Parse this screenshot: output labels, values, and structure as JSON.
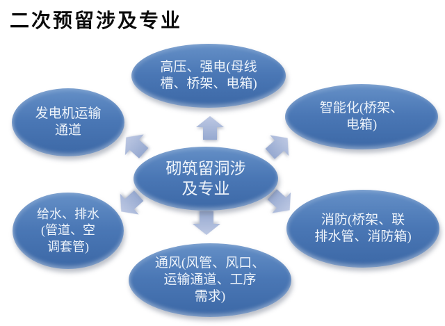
{
  "title": "二次预留涉及专业",
  "colors": {
    "background": "#ffffff",
    "ellipse_fill": "#4a77b5",
    "ellipse_fill_light": "#6590c7",
    "ellipse_fill_dark": "#3c68a6",
    "ellipse_text": "#edf3fa",
    "arrow_fill": "#a9b7d8",
    "arrow_fill_light": "#bdc8e3",
    "arrow_fill_dark": "#96a9d0",
    "title_color": "#0b0b0b"
  },
  "diagram": {
    "center_node": {
      "id": "masonry-openings",
      "label": "砌筑留洞涉\n及专业"
    },
    "nodes": [
      {
        "id": "high-voltage",
        "position": "top",
        "label": "高压、强电(母线\n槽、桥架、电箱)"
      },
      {
        "id": "generator-transport",
        "position": "top-left",
        "label": "发电机运输\n通道"
      },
      {
        "id": "intelligent-systems",
        "position": "top-right",
        "label": "智能化(桥架、\n电箱)"
      },
      {
        "id": "water-supply-drainage",
        "position": "left",
        "label": "给水、排水\n(管道、空\n调套管)"
      },
      {
        "id": "fire-protection",
        "position": "right",
        "label": "消防(桥架、联\n排水管、消防箱)"
      },
      {
        "id": "ventilation",
        "position": "bottom",
        "label": "通风(风管、风口、\n运输通道、工序\n需求)"
      }
    ],
    "arrows": [
      {
        "icon": "block-arrow-up-icon",
        "direction": "up"
      },
      {
        "icon": "block-arrow-up-left-icon",
        "direction": "up-left"
      },
      {
        "icon": "block-arrow-up-right-icon",
        "direction": "up-right"
      },
      {
        "icon": "block-arrow-down-left-icon",
        "direction": "down-left"
      },
      {
        "icon": "block-arrow-down-right-icon",
        "direction": "down-right"
      },
      {
        "icon": "block-arrow-down-icon",
        "direction": "down"
      }
    ]
  }
}
